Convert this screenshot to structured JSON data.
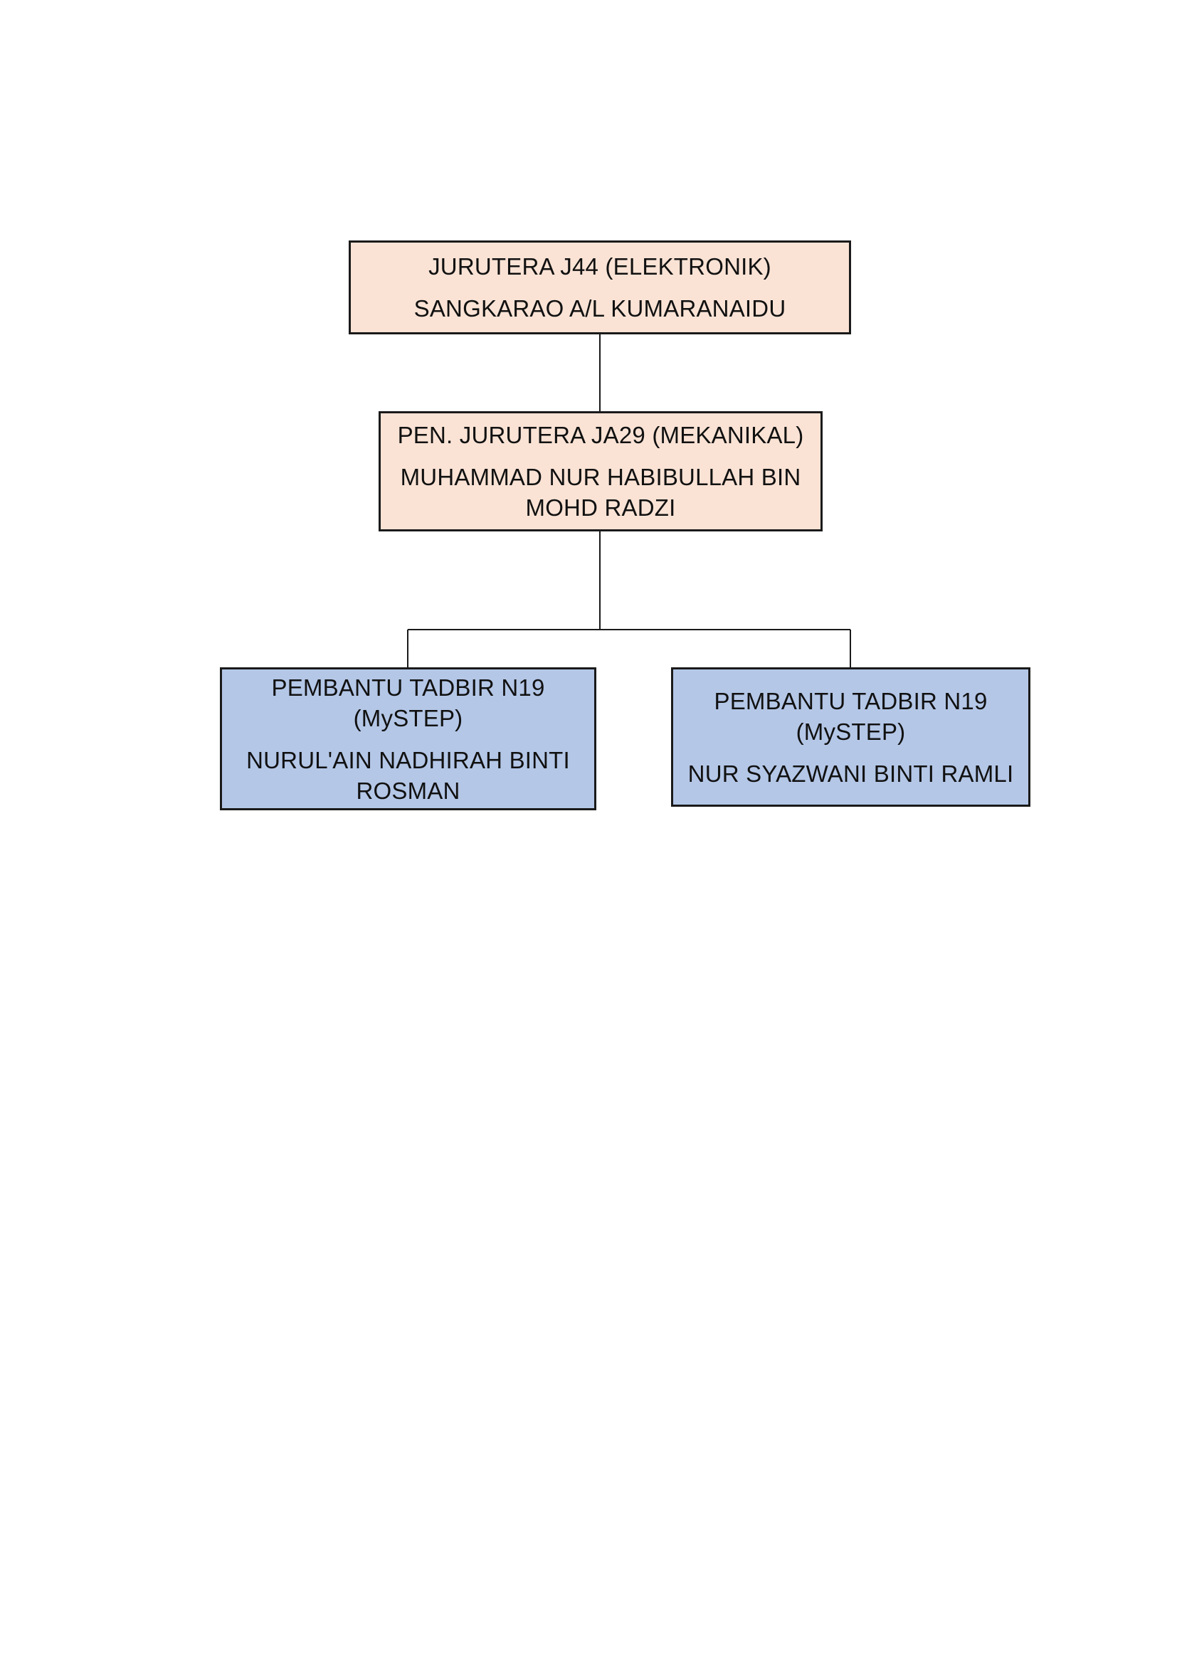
{
  "org_chart": {
    "nodes": [
      {
        "title": "JURUTERA J44 (ELEKTRONIK)",
        "name": "SANGKARAO A/L KUMARANAIDU",
        "color": "#fae3d5"
      },
      {
        "title": "PEN. JURUTERA JA29 (MEKANIKAL)",
        "name_line1": "MUHAMMAD NUR HABIBULLAH BIN",
        "name_line2": "MOHD RADZI",
        "color": "#fae3d5"
      },
      {
        "title_line1": "PEMBANTU TADBIR N19",
        "title_line2": "(MySTEP)",
        "name_line1": "NURUL'AIN NADHIRAH BINTI",
        "name_line2": "ROSMAN",
        "color": "#b4c7e7"
      },
      {
        "title_line1": "PEMBANTU TADBIR N19",
        "title_line2": "(MySTEP)",
        "name": "NUR SYAZWANI BINTI RAMLI",
        "color": "#b4c7e7"
      }
    ]
  }
}
